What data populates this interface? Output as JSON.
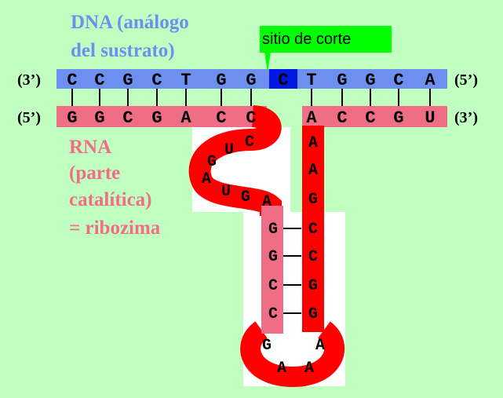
{
  "colors": {
    "background": "#c0ffc0",
    "dna_strand": "#6d8ff0",
    "rna_strand": "#ef6e86",
    "ribozyme_red": "#ff0000",
    "cut_site": "#0018e0",
    "cut_label_bg": "#00ff00",
    "dna_label": "#6d8ff0",
    "rna_label": "#ef6e86"
  },
  "labels": {
    "dna_title_1": "DNA (análogo",
    "dna_title_2": "del sustrato)",
    "cut_site": "sitio de corte",
    "rna_title_1": "RNA",
    "rna_title_2": "(parte",
    "rna_title_3": "catalítica)",
    "rna_title_4": "= ribozima"
  },
  "dna_strand": {
    "left_end": "(3’)",
    "right_end": "(5’)",
    "bases": [
      "C",
      "C",
      "G",
      "C",
      "T",
      "G",
      "G",
      "C",
      "T",
      "G",
      "G",
      "C",
      "A"
    ]
  },
  "rna_strand": {
    "left_end": "(5’)",
    "right_end": "(3’)",
    "left_bases": [
      "G",
      "G",
      "C",
      "G",
      "A",
      "C",
      "C"
    ],
    "right_bases": [
      "A",
      "C",
      "C",
      "G",
      "U"
    ]
  },
  "loop_bases": [
    "C",
    "U",
    "G",
    "A",
    "U",
    "G",
    "A"
  ],
  "stem_left": [
    "G",
    "G",
    "C",
    "C"
  ],
  "stem_right_upper": [
    "A",
    "A",
    "G"
  ],
  "stem_right_pairs": [
    "C",
    "C",
    "G",
    "G"
  ],
  "hairpin_bases": [
    "G",
    "A",
    "A",
    "A"
  ]
}
